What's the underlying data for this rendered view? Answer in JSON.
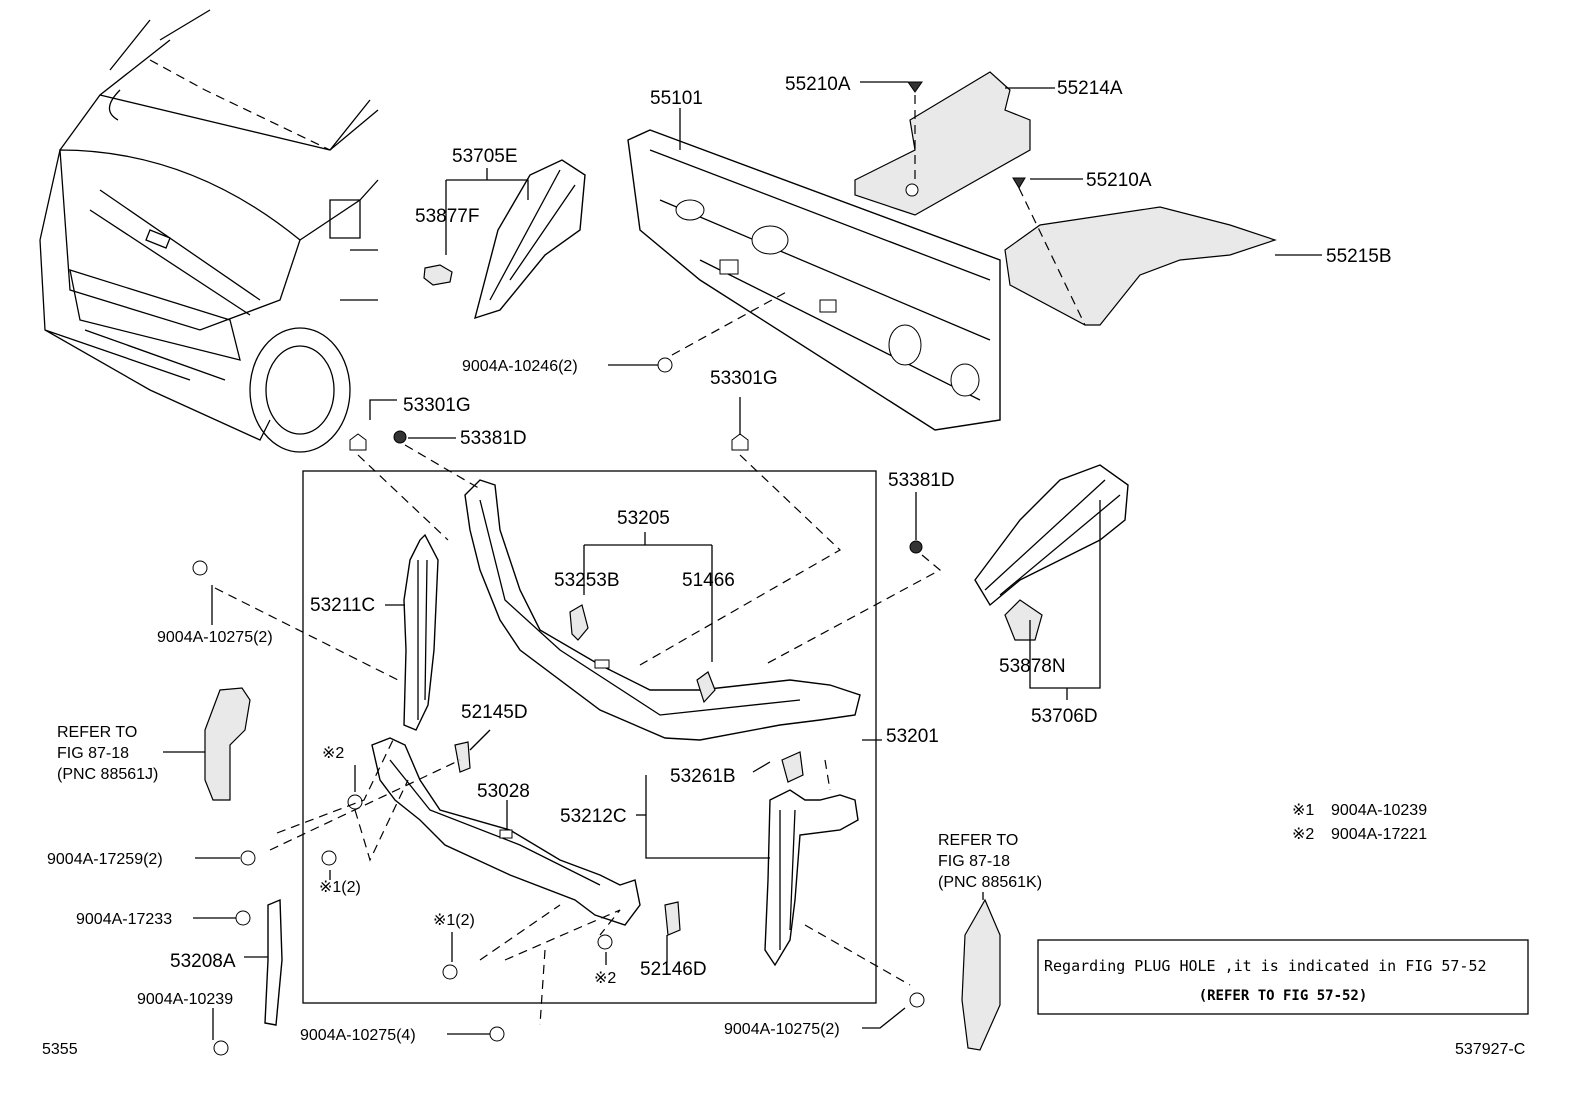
{
  "labels": {
    "p55101": "55101",
    "p55210a_top": "55210A",
    "p55214a": "55214A",
    "p55210a_mid": "55210A",
    "p55215b": "55215B",
    "p53705e": "53705E",
    "p53877f": "53877F",
    "b10246": "9004A-10246(2)",
    "p53301g_left": "53301G",
    "p53381d_left": "53381D",
    "p53301g_right": "53301G",
    "p53381d_right": "53381D",
    "p53205": "53205",
    "p53253b": "53253B",
    "p51466": "51466",
    "p53211c": "53211C",
    "b10275_left": "9004A-10275(2)",
    "p52145d": "52145D",
    "p53201": "53201",
    "p53261b": "53261B",
    "p53212c": "53212C",
    "p53028": "53028",
    "p53878n": "53878N",
    "p53706d": "53706D",
    "mark2_a": "※2",
    "b17259": "9004A-17259(2)",
    "mark1_a": "※1(2)",
    "b17233": "9004A-17233",
    "p53208a": "53208A",
    "b10239": "9004A-10239",
    "mark1_b": "※1(2)",
    "mark2_b": "※2",
    "p52146d": "52146D",
    "b10275_bottom": "9004A-10275(4)",
    "b10275_right": "9004A-10275(2)"
  },
  "refer_left": [
    "REFER TO",
    "FIG 87-18",
    "(PNC 88561J)"
  ],
  "refer_right": [
    "REFER TO",
    "FIG 87-18",
    "(PNC 88561K)"
  ],
  "legend": [
    {
      "mark": "※1",
      "part": "9004A-10239"
    },
    {
      "mark": "※2",
      "part": "9004A-17221"
    }
  ],
  "note": {
    "line1": "Regarding PLUG HOLE ,it is indicated in FIG 57-52",
    "line2": "(REFER TO FIG 57-52)"
  },
  "footer": {
    "left": "5355",
    "right": "537927-C"
  }
}
